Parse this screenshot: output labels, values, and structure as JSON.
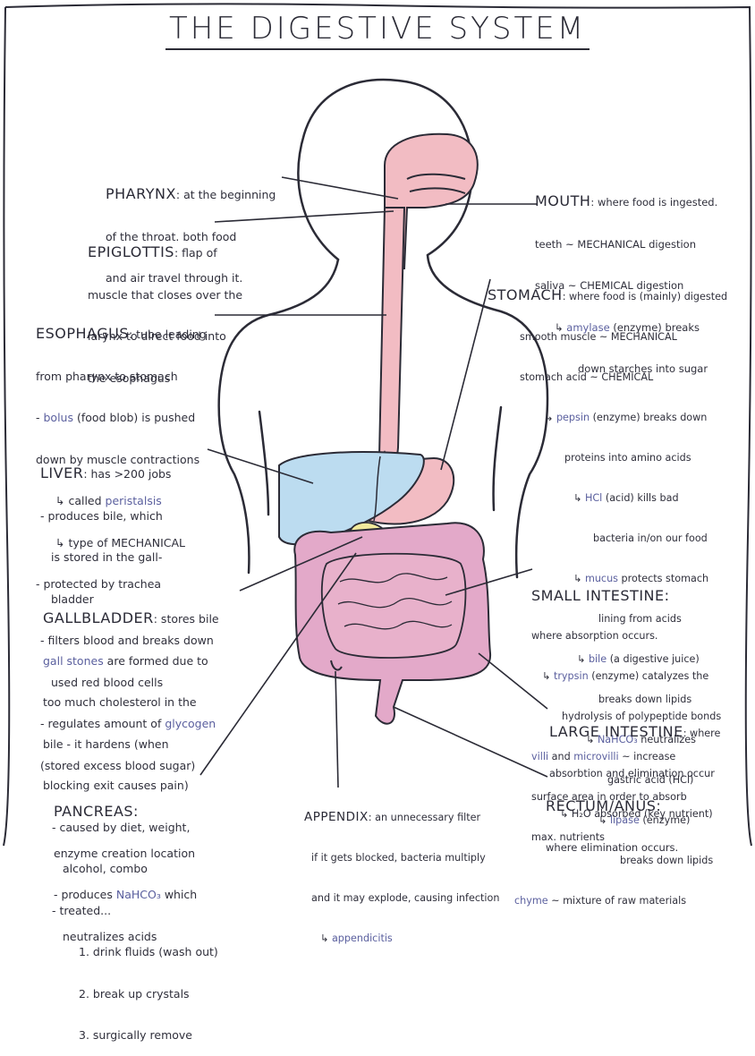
{
  "title": "THE DIGESTIVE SYSTEM",
  "colors": {
    "outline": "#2b2b36",
    "pink": "#f2bcc3",
    "intestine": "#e3a9c9",
    "liver": "#bcdcf0",
    "gallbladder": "#f2ea9c",
    "highlight": "#b9b7ea"
  },
  "pharynx": {
    "heading": "PHARYNX",
    "l1": ": at the beginning",
    "l2": "of the throat. both food",
    "l3": "and air travel through it."
  },
  "epiglottis": {
    "heading": "EPIGLOTTIS",
    "l1": ": flap of",
    "l2": "muscle that closes over the",
    "l3": "larynx to direct food into",
    "l4": "the esophagus"
  },
  "esophagus": {
    "heading": "ESOPHAGUS",
    "l1": ": tube leading",
    "l2": "from pharynx to stomach",
    "l3a": "- ",
    "l3b": "bolus",
    "l3c": " (food blob) is pushed",
    "l4": "down by muscle contractions",
    "l5a": "↳ called ",
    "l5b": "peristalsis",
    "l6": "↳ type of MECHANICAL",
    "l7": "- protected by trachea"
  },
  "liver": {
    "heading": "LIVER",
    "l1": ": has >200 jobs",
    "l2": "- produces bile, which",
    "l3": "is stored in the gall-",
    "l4": "bladder",
    "l5": "- filters blood and breaks down",
    "l6": "used red blood cells",
    "l7a": "- regulates amount of ",
    "l7b": "glycogen",
    "l8": "(stored excess blood sugar)"
  },
  "gallbladder": {
    "heading": "GALLBLADDER",
    "l1": ": stores bile",
    "l2a": "gall stones",
    "l2b": " are formed due to",
    "l3": "too much cholesterol in the",
    "l4": "bile - it hardens (when",
    "l5": "blocking exit causes pain)",
    "l6": "- caused by diet, weight,",
    "l7": "alcohol, combo",
    "l8": "- treated...",
    "l9": "1. drink fluids (wash out)",
    "l10": "2. break up crystals",
    "l11": "3. surgically remove"
  },
  "pancreas": {
    "heading": "PANCREAS:",
    "l1": "enzyme creation location",
    "l2a": "- produces ",
    "l2b": "NaHCO₃",
    "l2c": " which",
    "l3": "neutralizes acids"
  },
  "mouth": {
    "heading": "MOUTH",
    "l1": ": where food is ingested.",
    "l2": "teeth ~ MECHANICAL digestion",
    "l3": "saliva ~ CHEMICAL digestion",
    "l4a": "↳ ",
    "l4b": "amylase",
    "l4c": " (enzyme) breaks",
    "l5": "down starches into sugar"
  },
  "stomach": {
    "heading": "STOMACH",
    "l1": ": where food is (mainly) digested",
    "l2": "smooth muscle ~ MECHANICAL",
    "l3": "stomach acid ~ CHEMICAL",
    "l4a": "↳ ",
    "l4b": "pepsin",
    "l4c": " (enzyme) breaks down",
    "l5": "proteins into amino acids",
    "l6a": "↳ ",
    "l6b": "HCl",
    "l6c": " (acid) kills bad",
    "l7": "bacteria in/on our food",
    "l8a": "↳ ",
    "l8b": "mucus",
    "l8c": " protects stomach",
    "l9": "lining from acids",
    "l10a": "↳ ",
    "l10b": "bile",
    "l10c": " (a digestive juice)",
    "l11": "breaks down lipids",
    "l12a": "↳ ",
    "l12b": "NaHCO₃",
    "l12c": " neutralizes",
    "l13": "gastric acid (HCl)",
    "l14a": "↳ ",
    "l14b": "lipase",
    "l14c": " (enzyme)",
    "l15": "breaks down lipids",
    "l16a": "chyme",
    "l16b": " ~ mixture of raw materials"
  },
  "small_intestine": {
    "heading": "SMALL INTESTINE:",
    "l1": "where absorption occurs.",
    "l2a": "↳ ",
    "l2b": "trypsin",
    "l2c": " (enzyme) catalyzes the",
    "l3": "hydrolysis of polypeptide bonds",
    "l4a": "villi",
    "l4b": " and ",
    "l4c": "microvilli",
    "l4d": " ~ increase",
    "l5": "surface area in order to absorb",
    "l6": "max. nutrients"
  },
  "large_intestine": {
    "heading": "LARGE INTESTINE",
    "l1": ": where",
    "l2": "absorbtion and elimination occur",
    "l3": "↳ H₂O absorbed (key nutrient)"
  },
  "rectum": {
    "heading": "RECTUM/ANUS:",
    "l1": "where elimination occurs."
  },
  "appendix": {
    "heading": "APPENDIX",
    "l1": ": an unnecessary filter",
    "l2": "if it gets blocked, bacteria multiply",
    "l3": "and it may explode, causing infection",
    "l4a": "↳ ",
    "l4b": "appendicitis"
  }
}
